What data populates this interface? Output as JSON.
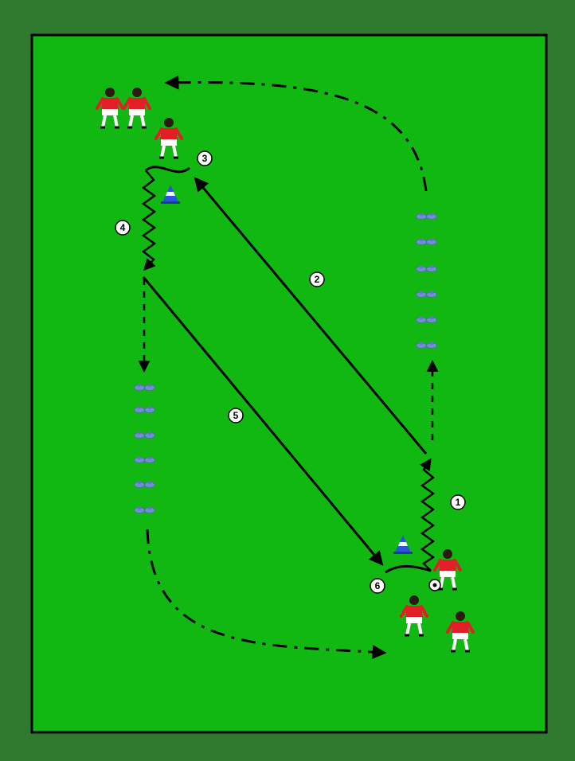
{
  "colors": {
    "outer": "#2f7a2f",
    "pitch": "#12b812",
    "line": "#000000",
    "player_shirt": "#e21e26",
    "player_shorts": "#ffffff",
    "marker": "#6f8fd0",
    "cone": "#2b55d8",
    "label_fill": "#ffffff"
  },
  "icons": {
    "player": "player-icon",
    "ball": "soccer-ball-icon",
    "cone": "cone-icon",
    "marker": "marker-disc-icon"
  },
  "steps": [
    "1",
    "2",
    "3",
    "4",
    "5",
    "6"
  ]
}
